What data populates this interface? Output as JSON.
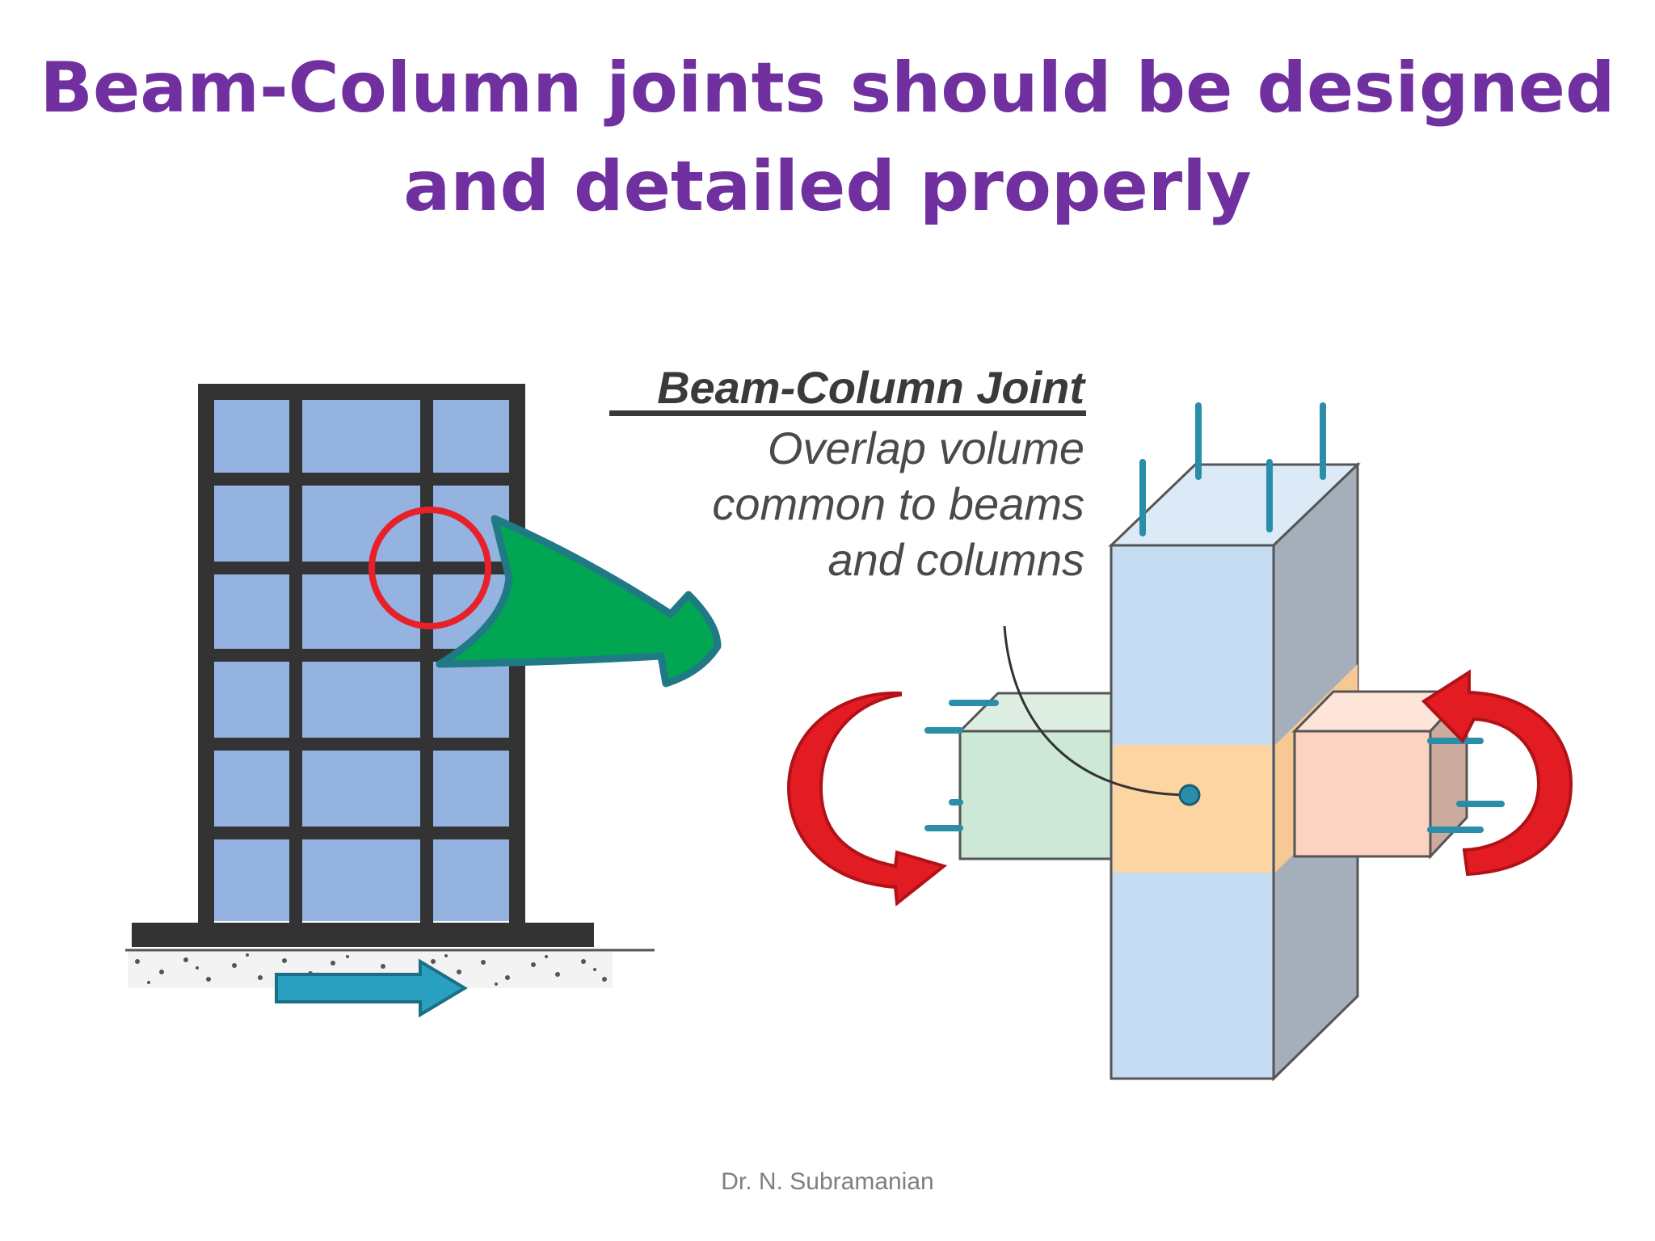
{
  "slide": {
    "title_line1": "Beam-Column joints should be designed",
    "title_line2": "and detailed properly",
    "footer": "Dr. N. Subramanian"
  },
  "diagram": {
    "label_heading": "Beam-Column Joint",
    "label_line1": "Overlap volume",
    "label_line2": "common to beams",
    "label_line3": "and columns"
  },
  "colors": {
    "title": "#7030a0",
    "frame": "#333333",
    "window": "#94b3e0",
    "highlight_circle": "#e8202a",
    "pointer_arrow": "#00a651",
    "ground_arrow": "#2aa0c0",
    "column": "#c6dcf2",
    "joint": "#fdd5a2",
    "left_beam": "#cde8d6",
    "right_beam": "#fcd2c0",
    "moment_arrow": "#e31b23",
    "rebar": "#2a8ea8"
  },
  "icons": {
    "building": "building-frame-icon",
    "ground_motion": "right-arrow-icon",
    "pointer": "curved-arrow-icon",
    "moments": "curved-moment-arrow-icon"
  }
}
